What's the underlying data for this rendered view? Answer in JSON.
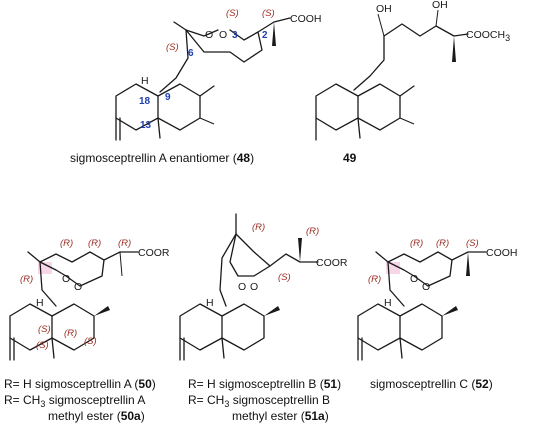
{
  "colors": {
    "stereo_label": "#9a2d22",
    "atom_number": "#1f3fb0",
    "ink": "#1a1a1a",
    "highlight": "#f4cfe3"
  },
  "atoms": {
    "O": "O",
    "OH": "OH",
    "H": "H",
    "COOH": "COOH",
    "COOR": "COOR",
    "COOCH3": "COOCH",
    "sub3": "3"
  },
  "stereo": {
    "S": "(S)",
    "R": "(R)"
  },
  "numbers": {
    "n6": "6",
    "n3": "3",
    "n2": "2",
    "n9": "9",
    "n18": "18",
    "n13": "13"
  },
  "captions": {
    "c48_text": "sigmosceptrellin A enantiomer (",
    "c48_num": "48",
    "c48_close": ")",
    "c49_num": "49",
    "c50_line1_a": "R= H sigmosceptrellin A (",
    "c50_line1_num": "50",
    "c50_line1_close": ")",
    "c50_line2_a": "R= CH",
    "c50_line2_sub": "3",
    "c50_line2_b": " sigmosceptrellin A",
    "c50_line3_a": "methyl ester (",
    "c50_line3_num": "50a",
    "c50_line3_close": ")",
    "c51_line1_a": "R= H sigmosceptrellin B (",
    "c51_line1_num": "51",
    "c51_line1_close": ")",
    "c51_line2_a": "R= CH",
    "c51_line2_sub": "3",
    "c51_line2_b": " sigmosceptrellin B",
    "c51_line3_a": "methyl ester (",
    "c51_line3_num": "51a",
    "c51_line3_close": ")",
    "c52_text": "sigmosceptrellin C (",
    "c52_num": "52",
    "c52_close": ")"
  }
}
